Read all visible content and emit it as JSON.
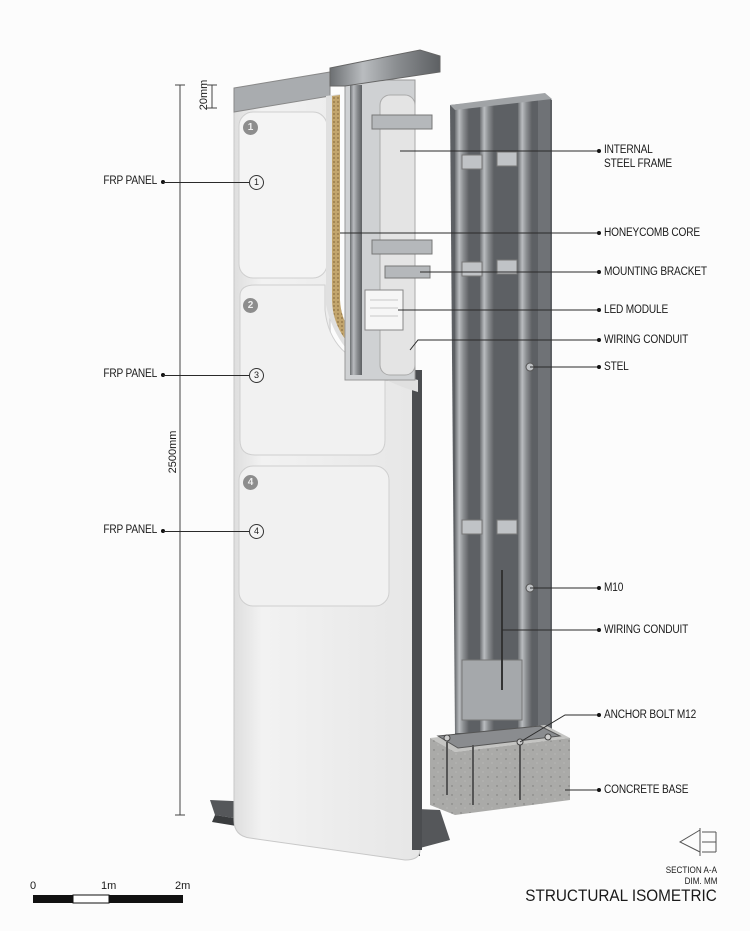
{
  "drawing": {
    "title": "STRUCTURAL ISOMETRIC",
    "section": "SECTION A-A",
    "units": "DIM. MM",
    "section_symbol": "section-arrow-icon"
  },
  "dimensions": {
    "top_offset": "20mm",
    "total_height": "2500mm"
  },
  "left_callouts": [
    {
      "label": "FRP PANEL",
      "ref": "1"
    },
    {
      "label": "FRP PANEL",
      "ref": "3"
    },
    {
      "label": "FRP PANEL",
      "ref": "4"
    }
  ],
  "panel_badges": [
    "1",
    "2",
    "4"
  ],
  "right_callouts": [
    {
      "label_line1": "INTERNAL",
      "label_line2": "STEEL FRAME"
    },
    {
      "label": "HONEYCOMB CORE"
    },
    {
      "label": "MOUNTING BRACKET"
    },
    {
      "label": "LED MODULE"
    },
    {
      "label": "WIRING CONDUIT"
    },
    {
      "label": "STEL"
    },
    {
      "label": "M10"
    },
    {
      "label": "WIRING CONDUIT"
    },
    {
      "label": "ANCHOR BOLT M12"
    },
    {
      "label": "CONCRETE BASE"
    }
  ],
  "scale_bar": {
    "labels": [
      "0",
      "1m",
      "2m"
    ]
  },
  "colors": {
    "background": "#fcfcfc",
    "panel_white": "#e9e9e9",
    "steel": "#8e9194",
    "dark_steel": "#4a4c4f",
    "honeycomb": "#b89a63",
    "concrete": "#a9a9a7"
  }
}
